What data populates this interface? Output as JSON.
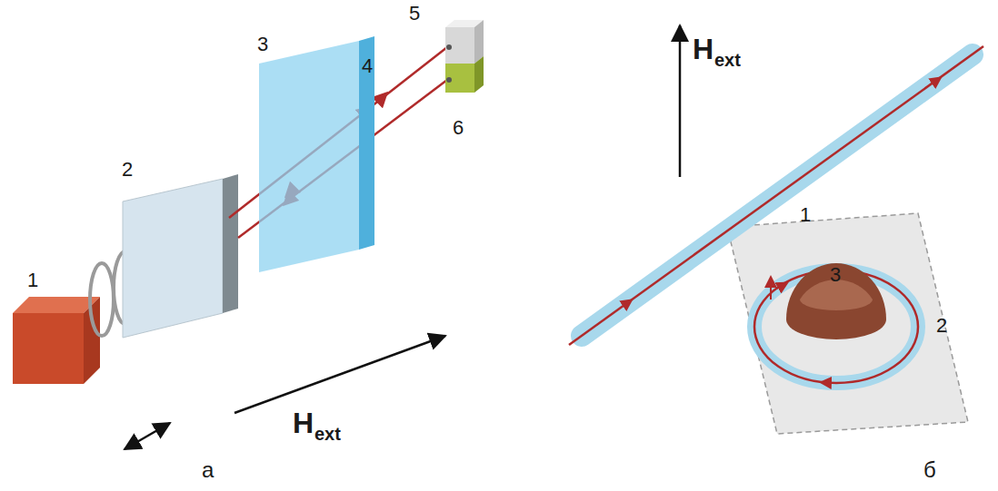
{
  "diagram": {
    "labels": [
      "1",
      "2",
      "3",
      "4",
      "5",
      "6",
      "H",
      "ext",
      "а",
      "H",
      "ext",
      "1",
      "2",
      "3",
      "б"
    ]
  }
}
